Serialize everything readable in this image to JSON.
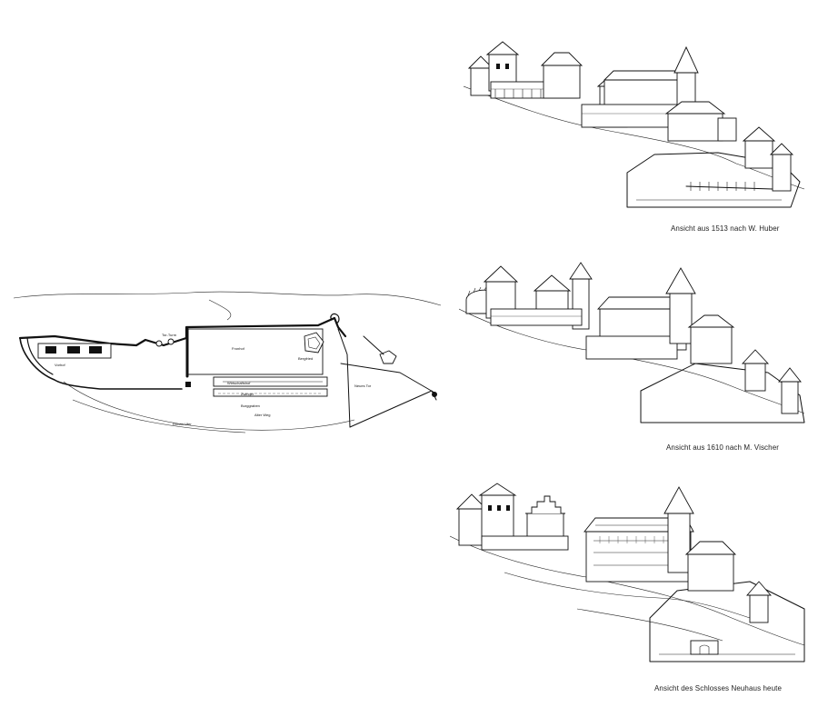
{
  "views": [
    {
      "id": "view-1513",
      "caption": "Ansicht aus 1513 nach W. Huber"
    },
    {
      "id": "view-1610",
      "caption": "Ansicht aus 1610 nach M. Vischer"
    },
    {
      "id": "view-today",
      "caption": "Ansicht des Schlosses Neuhaus heute"
    }
  ],
  "plan": {
    "labels": {
      "tor_turm": "Tor-Turm",
      "vorhof": "Vorhof",
      "fronhof": "Fronhof",
      "wirtschaftshof": "Wirtschaftshof",
      "zwinger": "Zwinger",
      "bergfried": "Bergfried",
      "neues_tor": "Neues Tor",
      "burggraben": "Burggraben",
      "alter_weg": "Alter Weg",
      "donau": "Donau-Ufer"
    }
  }
}
